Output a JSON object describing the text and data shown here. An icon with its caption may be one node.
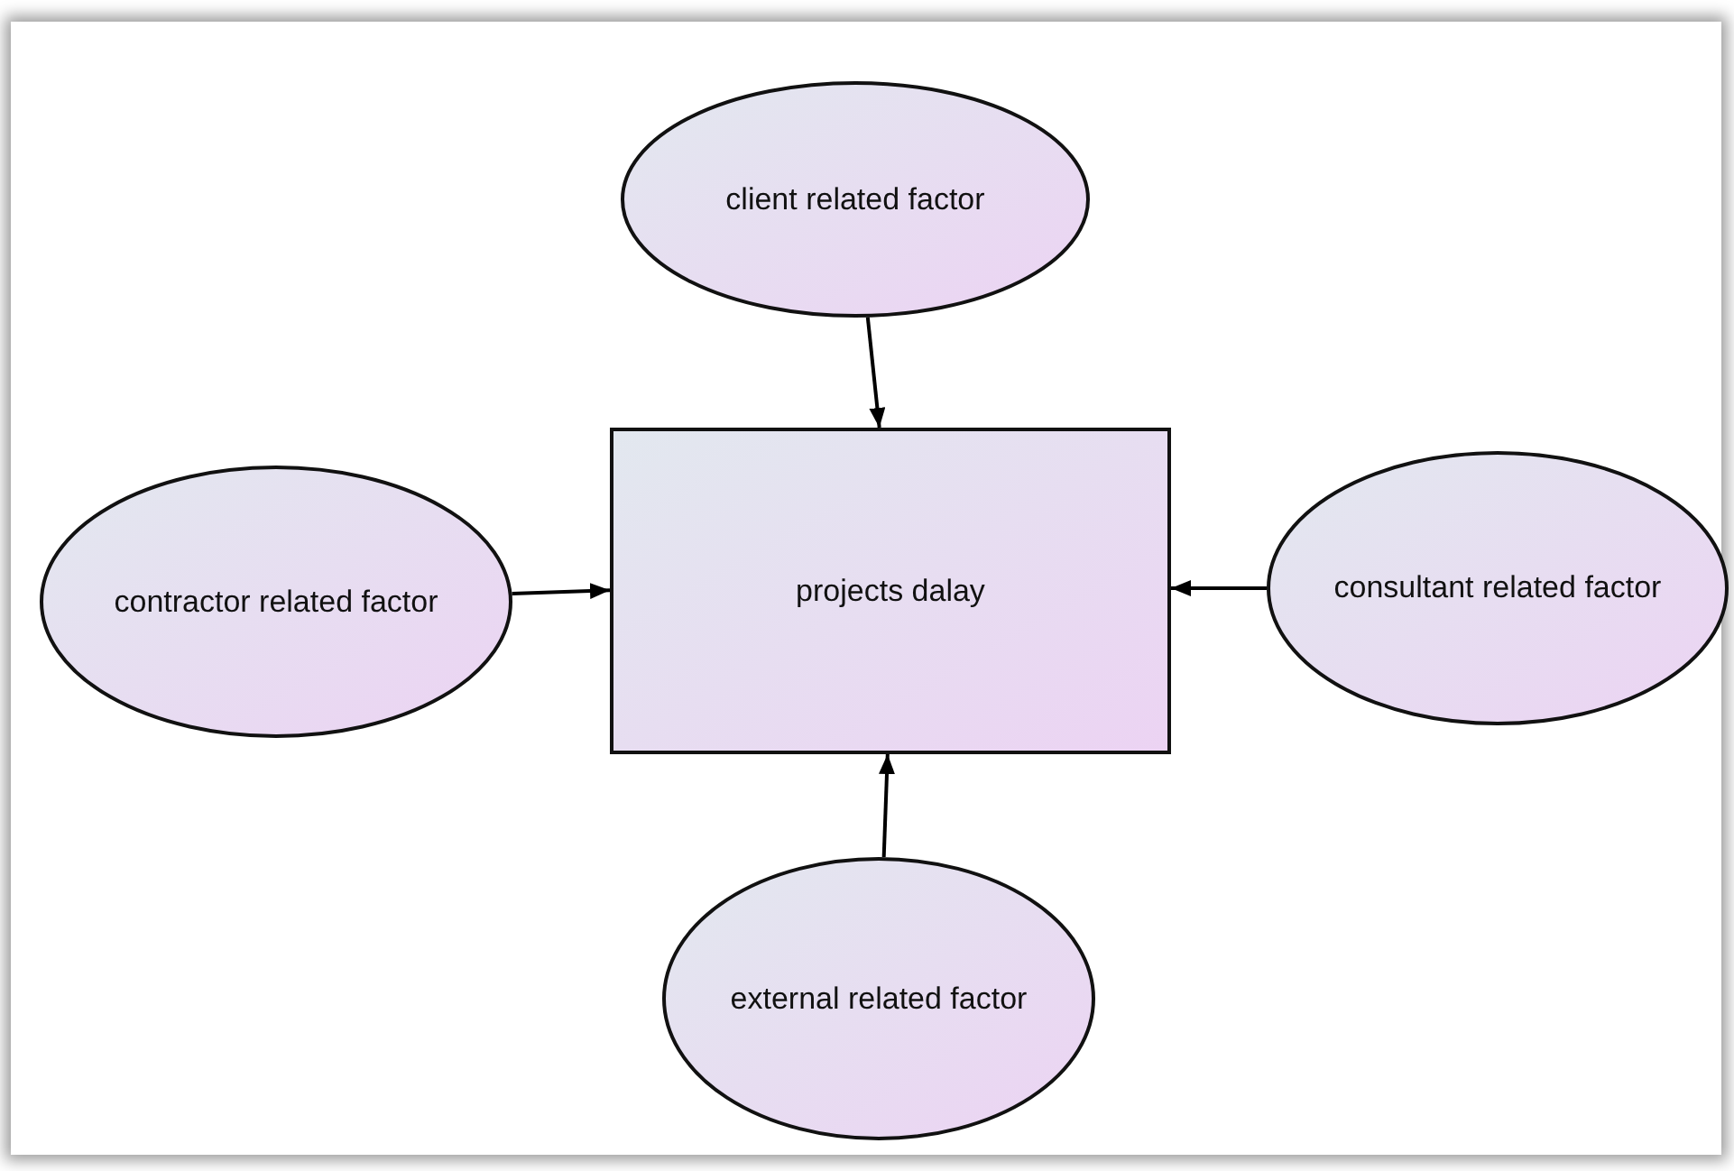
{
  "diagram": {
    "nodes": [
      {
        "text": [
          "client related factor"
        ]
      },
      {
        "text": [
          "contractor related factor"
        ]
      },
      {
        "text": [
          "projects dalay"
        ]
      },
      {
        "text": [
          "consultant related factor"
        ]
      },
      {
        "text": [
          "external related factor"
        ]
      }
    ],
    "edges": [
      {
        "from": 0,
        "to": 2,
        "arrow": "to"
      },
      {
        "from": 1,
        "to": 2,
        "arrow": "to"
      },
      {
        "from": 3,
        "to": 2,
        "arrow": "to"
      },
      {
        "from": 4,
        "to": 2,
        "arrow": "to"
      }
    ]
  }
}
